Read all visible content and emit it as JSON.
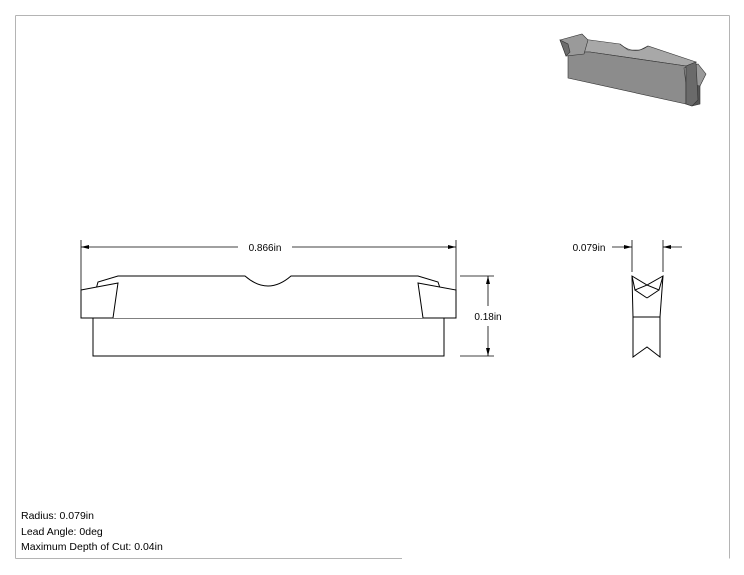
{
  "dimensions": {
    "overall_length": "0.866in",
    "height": "0.18in",
    "width": "0.079in"
  },
  "notes": {
    "radius": "Radius: 0.079in",
    "lead_angle": "Lead Angle: 0deg",
    "max_depth_of_cut": "Maximum Depth of Cut: 0.04in"
  },
  "colors": {
    "line": "#000000",
    "border": "#b4b4b4",
    "model_face": "#8c8c8c",
    "model_top": "#a8a8a8",
    "model_dark": "#555555"
  }
}
